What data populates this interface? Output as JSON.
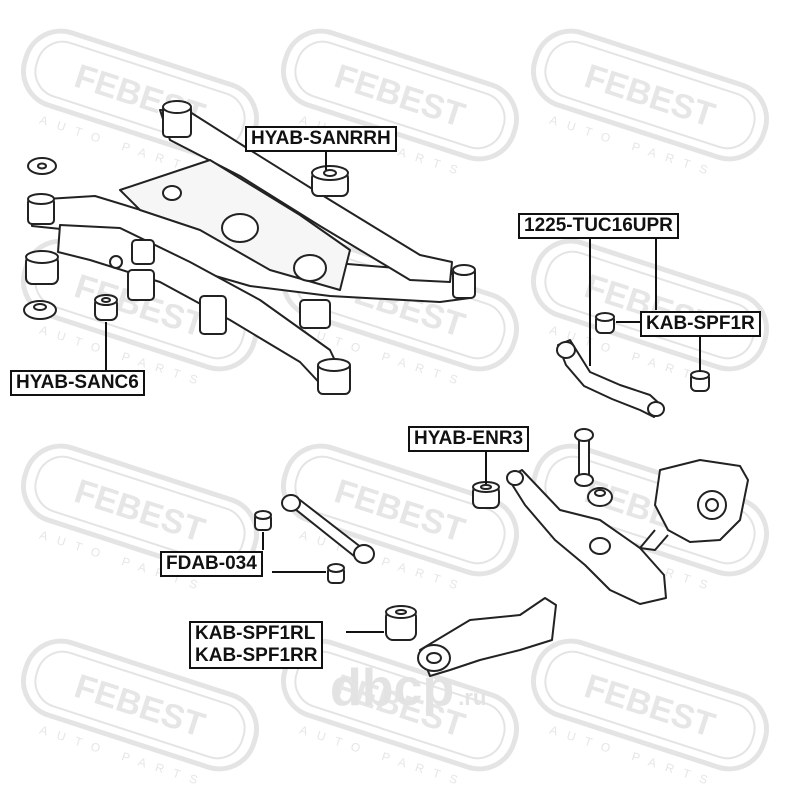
{
  "watermark": {
    "brand": "FEBEST",
    "sub": "AUTO PARTS",
    "site_main": "dbcp",
    "site_tld": ".ru"
  },
  "callouts": {
    "hyab_sanrrh": "HYAB-SANRRH",
    "tuc16upr": "1225-TUC16UPR",
    "kab_spf1r": "KAB-SPF1R",
    "hyab_sanc6": "HYAB-SANC6",
    "hyab_enr3": "HYAB-ENR3",
    "fdab_034": "FDAB-034",
    "kab_spf1rl": "KAB-SPF1RL",
    "kab_spf1rr": "KAB-SPF1RR"
  },
  "colors": {
    "ink": "#111111",
    "watermark": "#e4e4e4"
  }
}
